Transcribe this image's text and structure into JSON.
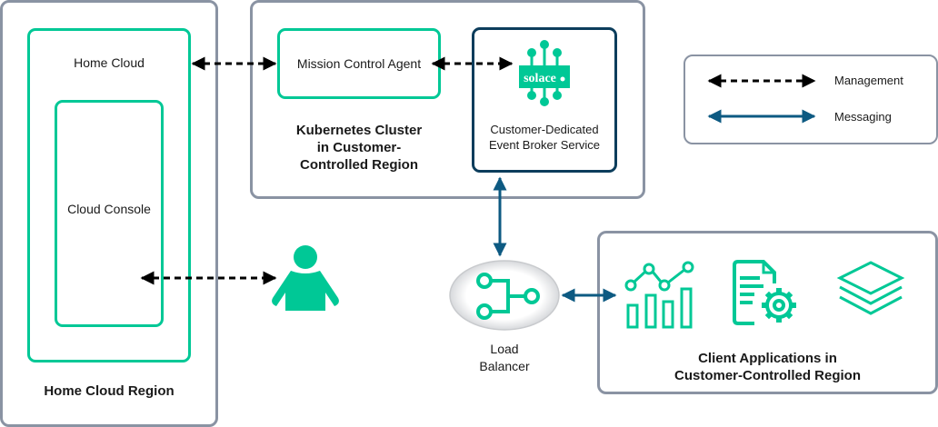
{
  "colors": {
    "green": "#00c896",
    "navy": "#0c3d5c",
    "messaging": "#0d5a82",
    "region_border": "#8a93a3",
    "management": "#000000"
  },
  "home_cloud_region": {
    "label": "Home Cloud Region",
    "home_cloud": {
      "label": "Home Cloud",
      "cloud_console": {
        "label": "Cloud Console"
      }
    }
  },
  "kubernetes": {
    "label_lines": [
      "Kubernetes Cluster",
      "in Customer-",
      "Controlled Region"
    ],
    "mission_control_agent": {
      "label": "Mission Control Agent"
    },
    "event_broker": {
      "logo_text": "solace",
      "label_lines": [
        "Customer-Dedicated",
        "Event Broker Service"
      ]
    }
  },
  "user": {
    "icon": "person-icon"
  },
  "load_balancer": {
    "icon": "network-branch-icon",
    "label_lines": [
      "Load",
      "Balancer"
    ]
  },
  "client_apps": {
    "label_lines": [
      "Client Applications in",
      "Customer-Controlled Region"
    ],
    "icons": [
      "analytics-chart-icon",
      "document-settings-icon",
      "layers-icon"
    ]
  },
  "legend": {
    "items": [
      {
        "label": "Management",
        "style": "dashed"
      },
      {
        "label": "Messaging",
        "style": "solid"
      }
    ]
  }
}
